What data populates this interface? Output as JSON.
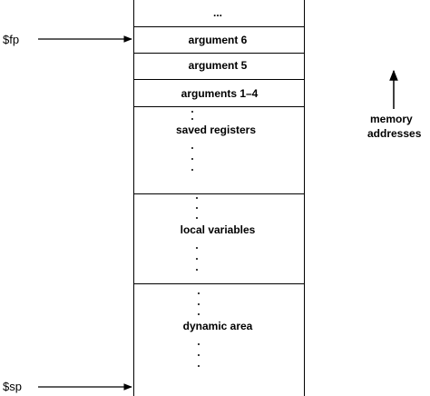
{
  "stack": {
    "cells": {
      "ellipsis": "...",
      "arg6": "argument 6",
      "arg5": "argument 5",
      "args14": "arguments 1–4",
      "saved_registers": "saved registers",
      "local_variables": "local variables",
      "dynamic_area": "dynamic area"
    }
  },
  "pointers": {
    "fp": "$fp",
    "sp": "$sp"
  },
  "direction_note": {
    "line1": "memory",
    "line2": "addresses"
  }
}
